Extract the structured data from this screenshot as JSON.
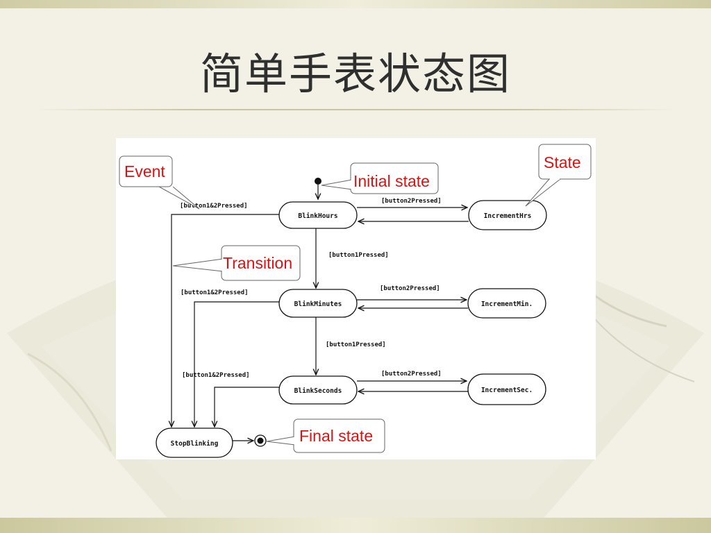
{
  "slide": {
    "title": "简单手表状态图"
  },
  "diagram": {
    "states": {
      "blink_hours": "BlinkHours",
      "increment_hrs": "IncrementHrs",
      "blink_minutes": "BlinkMinutes",
      "increment_min": "IncrementMin.",
      "blink_seconds": "BlinkSeconds",
      "increment_sec": "IncrementSec.",
      "stop_blinking": "StopBlinking"
    },
    "events": {
      "both_pressed_1": "[button1&2Pressed]",
      "both_pressed_2": "[button1&2Pressed]",
      "both_pressed_3": "[button1&2Pressed]",
      "button2_hours": "[button2Pressed]",
      "button2_minutes": "[button2Pressed]",
      "button2_seconds": "[button2Pressed]",
      "button1_hours": "[button1Pressed]",
      "button1_minutes": "[button1Pressed]"
    },
    "callouts": {
      "event": "Event",
      "initial_state": "Initial state",
      "state": "State",
      "transition": "Transition",
      "final_state": "Final state"
    },
    "colors": {
      "callout_text": "#e01010",
      "line": "#111111"
    }
  }
}
